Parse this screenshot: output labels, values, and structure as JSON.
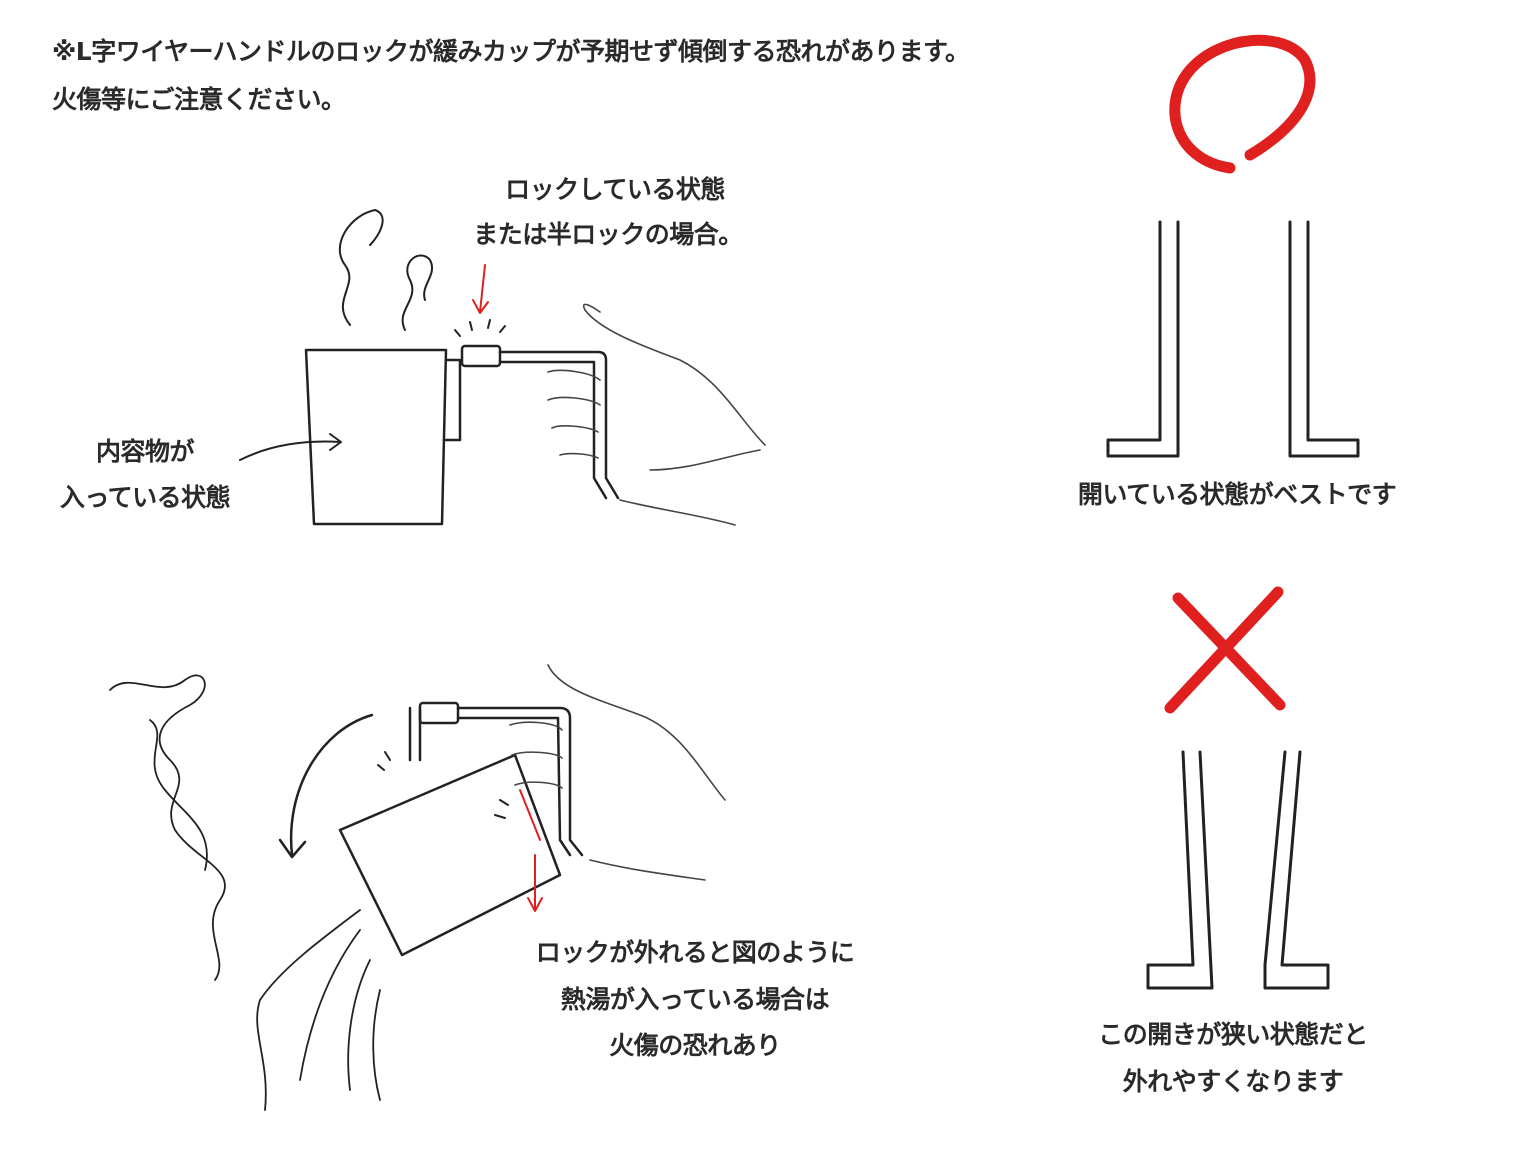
{
  "notice": {
    "line1": "※L字ワイヤーハンドルのロックが緩みカップが予期せず傾倒する恐れがあります。",
    "line2": "火傷等にご注意ください。"
  },
  "locked_label": {
    "line1": "ロックしている状態",
    "line2": "または半ロックの場合。"
  },
  "contents_label": {
    "line1": "内容物が",
    "line2": "入っている状態"
  },
  "good_label": "開いている状態がベストです",
  "danger_label": {
    "line1": "ロックが外れると図のように",
    "line2": "熱湯が入っている場合は",
    "line3": "火傷の恐れあり"
  },
  "bad_label": {
    "line1": "この開きが狭い状態だと",
    "line2": "外れやすくなります"
  },
  "colors": {
    "accent_red": "#e0201f",
    "ink": "#222222"
  }
}
